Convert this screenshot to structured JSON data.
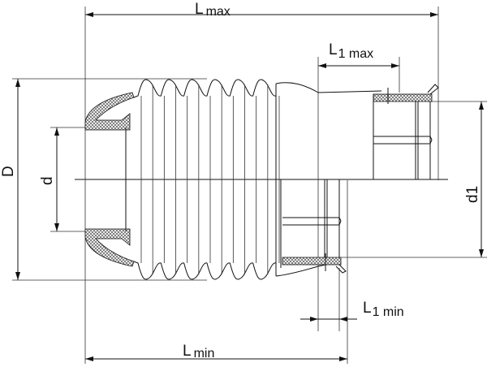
{
  "drawing": {
    "dimensions": {
      "l_max": {
        "symbol": "L",
        "suffix": "max"
      },
      "l1_max": {
        "symbol": "L",
        "suffix": "1 max"
      },
      "l_min": {
        "symbol": "L",
        "suffix": "min"
      },
      "l1_min": {
        "symbol": "L",
        "suffix": "1 min"
      },
      "outer_diameter": {
        "symbol": "D"
      },
      "inner_diameter": {
        "symbol": "d"
      },
      "socket_diameter": {
        "symbol": "d1"
      }
    },
    "colors": {
      "line": "#111111",
      "hatch": "#555555",
      "background": "#ffffff"
    }
  }
}
